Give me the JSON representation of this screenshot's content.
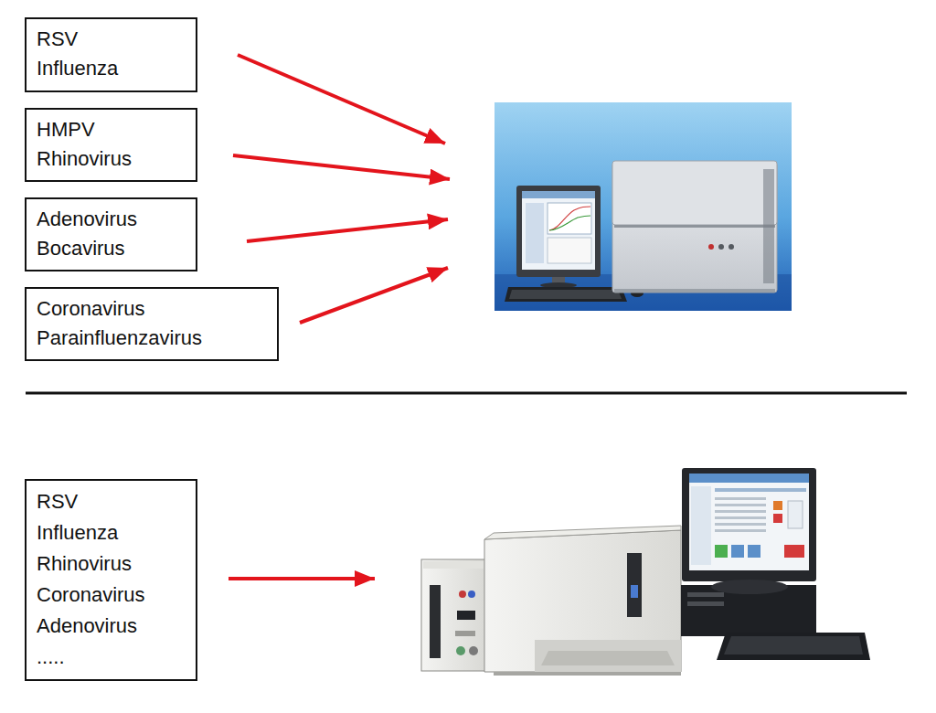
{
  "diagram": {
    "nodes": [
      {
        "text": [
          "RSV",
          "Influenza"
        ]
      },
      {
        "text": [
          "HMPV",
          "Rhinovirus"
        ]
      },
      {
        "text": [
          "Adenovirus",
          "Bocavirus"
        ]
      },
      {
        "text": [
          "Coronavirus",
          "Parainfluenzavirus"
        ]
      },
      {
        "text": [
          "RSV",
          "Influenza",
          "Rhinovirus",
          "Coronavirus",
          "Adenovirus",
          "....."
        ]
      }
    ]
  }
}
